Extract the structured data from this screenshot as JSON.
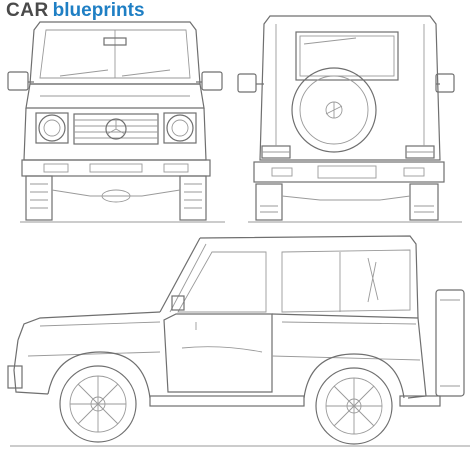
{
  "logo": {
    "word_car": "CAR",
    "word_blueprints": "blueprints",
    "colors": {
      "car": "#4a4a4a",
      "blueprints": "#1f7fc4"
    }
  },
  "views": [
    "front-view",
    "rear-view",
    "side-view"
  ],
  "line_color": "#6f6f6f"
}
